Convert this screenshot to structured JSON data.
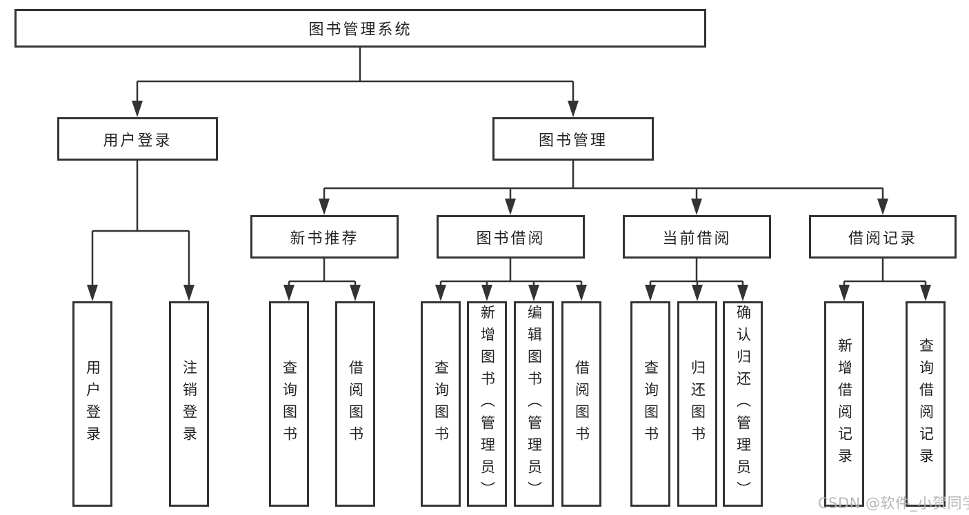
{
  "nodes": {
    "root": {
      "label": "图书管理系统"
    },
    "level2": [
      {
        "label": "用户登录"
      },
      {
        "label": "图书管理"
      }
    ],
    "level3": [
      {
        "label": "新书推荐"
      },
      {
        "label": "图书借阅"
      },
      {
        "label": "当前借阅"
      },
      {
        "label": "借阅记录"
      }
    ],
    "leaves": [
      {
        "label": "用户登录"
      },
      {
        "label": "注销登录"
      },
      {
        "label": "查询图书"
      },
      {
        "label": "借阅图书"
      },
      {
        "label": "查询图书"
      },
      {
        "label": "新增图书（管理员）"
      },
      {
        "label": "编辑图书（管理员）"
      },
      {
        "label": "借阅图书"
      },
      {
        "label": "查询图书"
      },
      {
        "label": "归还图书"
      },
      {
        "label": "确认归还（管理员）"
      },
      {
        "label": "新增借阅记录"
      },
      {
        "label": "查询借阅记录"
      }
    ]
  },
  "watermark": {
    "label": "CSDN @软件_小贺同学"
  },
  "colors": {
    "line": "#333333",
    "box_border": "#333333",
    "text": "#222222",
    "background": "#ffffff",
    "watermark": "#b2b2b2"
  }
}
